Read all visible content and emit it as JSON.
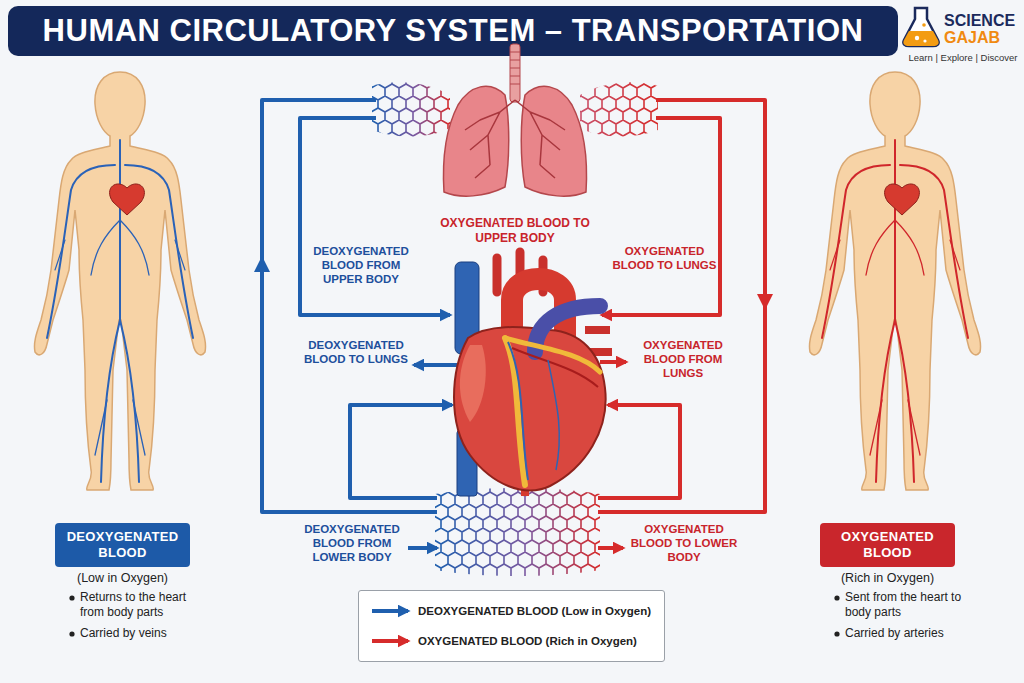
{
  "diagram": {
    "title": "HUMAN CIRCULATORY SYSTEM – TRANSPORTATION",
    "nodes": [
      {
        "text": [
          "DEOXYGENATED BLOOD"
        ]
      },
      {
        "text": [
          "OXYGENATED BLOOD"
        ]
      }
    ],
    "labels": [
      "SCIENCE",
      "GAJAB",
      "Learn | Explore | Discover",
      "OXYGENATED BLOOD TO UPPER BODY",
      "DEOXYGENATED BLOOD FROM UPPER BODY",
      "OXYGENATED BLOOD TO LUNGS",
      "DEOXYGENATED BLOOD TO LUNGS",
      "OXYGENATED BLOOD FROM LUNGS",
      "DEOXYGENATED BLOOD FROM LOWER BODY",
      "OXYGENATED BLOOD TO LOWER BODY",
      "(Low in Oxygen)",
      "Returns to the heart from body parts",
      "Carried by veins",
      "(Rich in Oxygen)",
      "Sent from the heart to body parts",
      "Carried by arteries"
    ],
    "legend": [
      {
        "text": "DEOXYGENATED BLOOD (Low in Oxygen)"
      },
      {
        "text": "OXYGENATED BLOOD (Rich in Oxygen)"
      }
    ]
  }
}
